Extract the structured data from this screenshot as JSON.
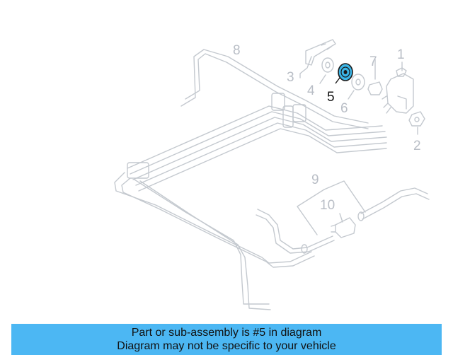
{
  "callouts": {
    "c1": "1",
    "c2": "2",
    "c3": "3",
    "c4": "4",
    "c5": "5",
    "c6": "6",
    "c7": "7",
    "c8": "8",
    "c9": "9",
    "c10": "10"
  },
  "highlight": {
    "part_number": "5",
    "color": "#3bb6e8"
  },
  "banner": {
    "line1": "Part or sub-assembly is #5 in diagram",
    "line2": "Diagram may not be specific to your vehicle",
    "color": "#4cb7f3"
  },
  "line_color": "#c4c9cf"
}
